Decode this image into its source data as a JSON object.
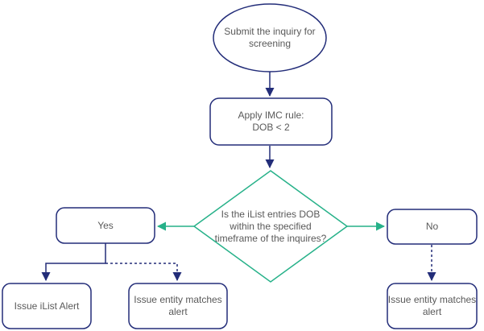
{
  "diagram": {
    "type": "flowchart",
    "background": "#ffffff",
    "colors": {
      "node_stroke": "#232d79",
      "decision_stroke": "#26b189",
      "connector": "#232d79",
      "decision_connector": "#26b189",
      "text": "#595959",
      "node_fill": "#ffffff"
    },
    "nodes": {
      "start": {
        "shape": "ellipse",
        "label": "Submit the inquiry for\nscreening"
      },
      "apply_rule": {
        "shape": "rounded-rect",
        "label": "Apply IMC rule:\nDOB < 2"
      },
      "decision": {
        "shape": "diamond",
        "label": "Is the iList entries DOB\nwithin the specified\ntimeframe of the inquires?"
      },
      "yes": {
        "shape": "rounded-rect",
        "label": "Yes"
      },
      "no": {
        "shape": "rounded-rect",
        "label": "No"
      },
      "issue_ilist": {
        "shape": "rounded-rect",
        "label": "Issue iList Alert"
      },
      "issue_entity_left": {
        "shape": "rounded-rect",
        "label": "Issue entity matches\nalert"
      },
      "issue_entity_right": {
        "shape": "rounded-rect",
        "label": "Issue entity matches\nalert"
      }
    },
    "edges": [
      {
        "from": "start",
        "to": "apply_rule",
        "style": "solid",
        "color": "#232d79"
      },
      {
        "from": "apply_rule",
        "to": "decision",
        "style": "solid",
        "color": "#232d79"
      },
      {
        "from": "decision",
        "to": "yes",
        "style": "solid",
        "color": "#26b189"
      },
      {
        "from": "decision",
        "to": "no",
        "style": "solid",
        "color": "#26b189"
      },
      {
        "from": "yes",
        "to": "issue_ilist",
        "style": "solid",
        "color": "#232d79"
      },
      {
        "from": "yes",
        "to": "issue_entity_left",
        "style": "dashed",
        "color": "#232d79"
      },
      {
        "from": "no",
        "to": "issue_entity_right",
        "style": "dashed",
        "color": "#232d79"
      }
    ]
  }
}
